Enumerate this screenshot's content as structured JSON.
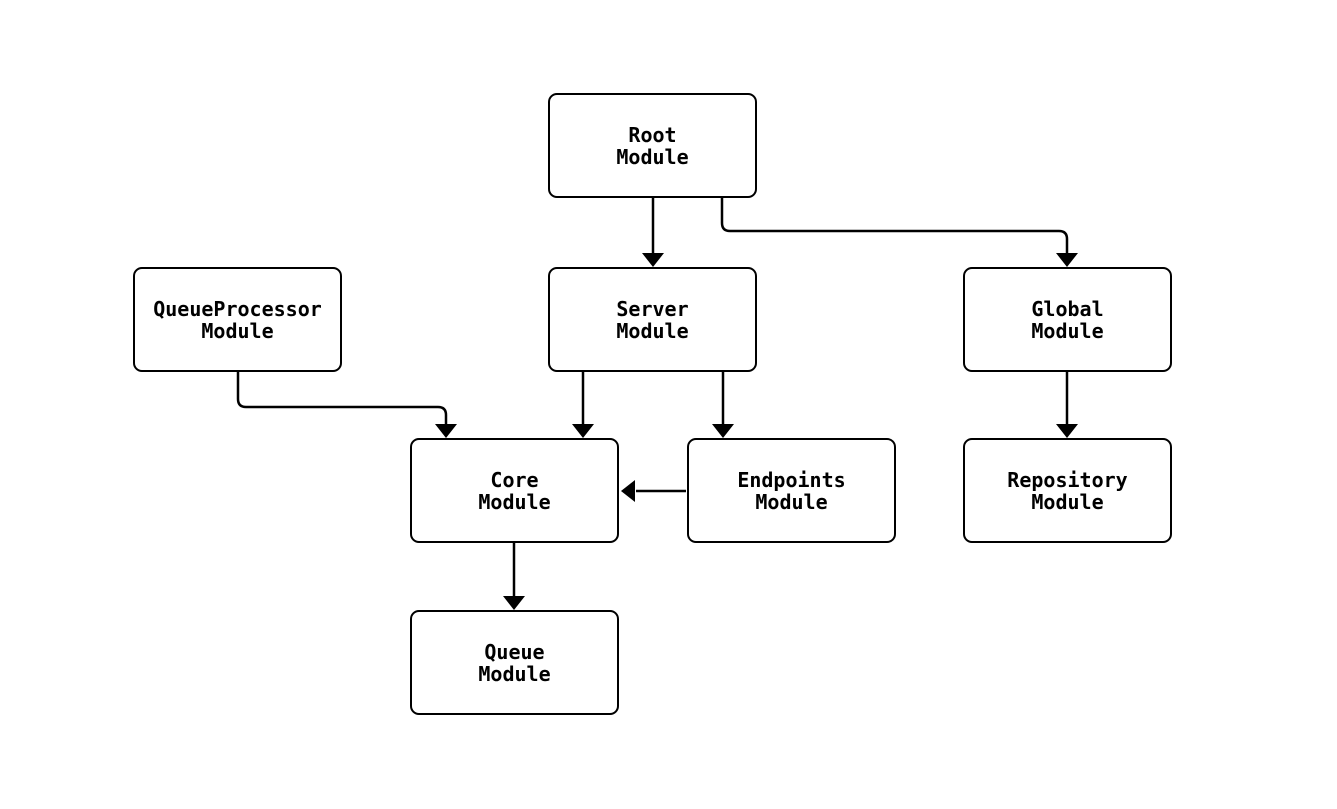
{
  "diagram": {
    "background_color": "#ffffff",
    "node_fill_color": "#ffffff",
    "line_color": "#000000",
    "nodes": [
      {
        "id": "root",
        "line1": "Root",
        "line2": "Module"
      },
      {
        "id": "queueprocessor",
        "line1": "QueueProcessor",
        "line2": "Module"
      },
      {
        "id": "server",
        "line1": "Server",
        "line2": "Module"
      },
      {
        "id": "global",
        "line1": "Global",
        "line2": "Module"
      },
      {
        "id": "core",
        "line1": "Core",
        "line2": "Module"
      },
      {
        "id": "endpoints",
        "line1": "Endpoints",
        "line2": "Module"
      },
      {
        "id": "repository",
        "line1": "Repository",
        "line2": "Module"
      },
      {
        "id": "queue",
        "line1": "Queue",
        "line2": "Module"
      }
    ],
    "edges": [
      {
        "from": "Root Module",
        "to": "Server Module"
      },
      {
        "from": "Root Module",
        "to": "Global Module"
      },
      {
        "from": "QueueProcessor Module",
        "to": "Core Module"
      },
      {
        "from": "Server Module",
        "to": "Core Module"
      },
      {
        "from": "Server Module",
        "to": "Endpoints Module"
      },
      {
        "from": "Endpoints Module",
        "to": "Core Module"
      },
      {
        "from": "Core Module",
        "to": "Queue Module"
      },
      {
        "from": "Global Module",
        "to": "Repository Module"
      }
    ]
  }
}
